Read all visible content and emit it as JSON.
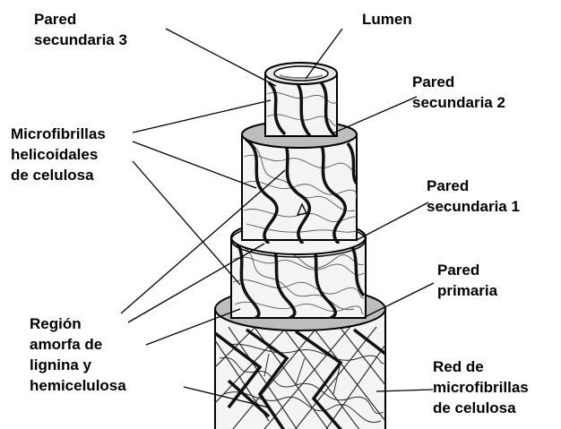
{
  "labels": {
    "lumen": [
      "Lumen"
    ],
    "s3": [
      "Pared",
      "secundaria 3"
    ],
    "s2": [
      "Pared",
      "secundaria 2"
    ],
    "s1": [
      "Pared",
      "secundaria 1"
    ],
    "primary": [
      "Pared",
      "primaria"
    ],
    "microfibrils": [
      "Microfibrillas",
      "helicoidales",
      "de celulosa"
    ],
    "amorphous": [
      "Región",
      "amorfa de",
      "lignina y",
      "hemicelulosa"
    ],
    "network": [
      "Red de",
      "microfibrillas",
      "de celulosa"
    ]
  },
  "colors": {
    "ink": "#000000",
    "ring_fill": "#bdbdbd",
    "wall_fill": "#f4f4f4",
    "fiber": "#3a3a3a"
  }
}
